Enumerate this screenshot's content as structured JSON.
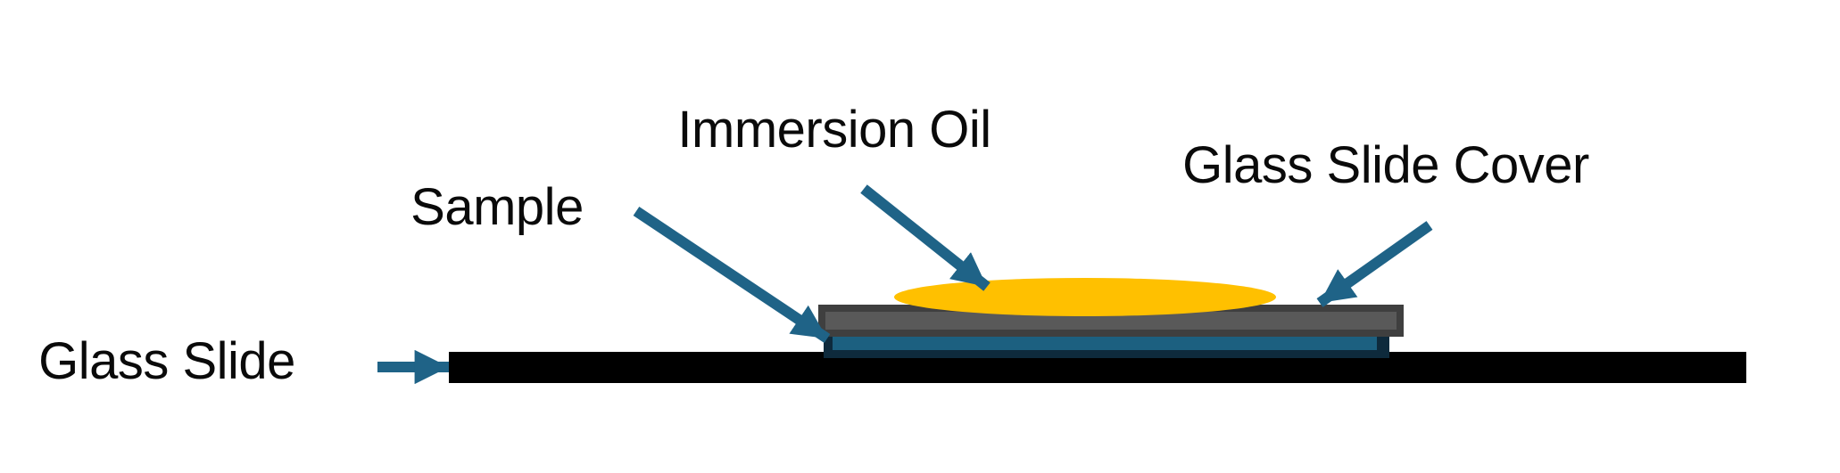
{
  "diagram": {
    "type": "schematic",
    "subject": "microscope-slide-preparation",
    "labels": {
      "immersion_oil": "Immersion Oil",
      "glass_slide_cover": "Glass Slide Cover",
      "sample": "Sample",
      "glass_slide": "Glass Slide"
    },
    "colors": {
      "background": "#FFFFFF",
      "text": "#0A0A0A",
      "arrow": "#1F6387",
      "immersion_oil_fill": "#FFC000",
      "cover_fill": "#595959",
      "cover_border": "#3F3F3F",
      "sample_fill": "#1C6080",
      "sample_border": "#0E2A3C",
      "glass_slide_fill": "#000000"
    }
  }
}
